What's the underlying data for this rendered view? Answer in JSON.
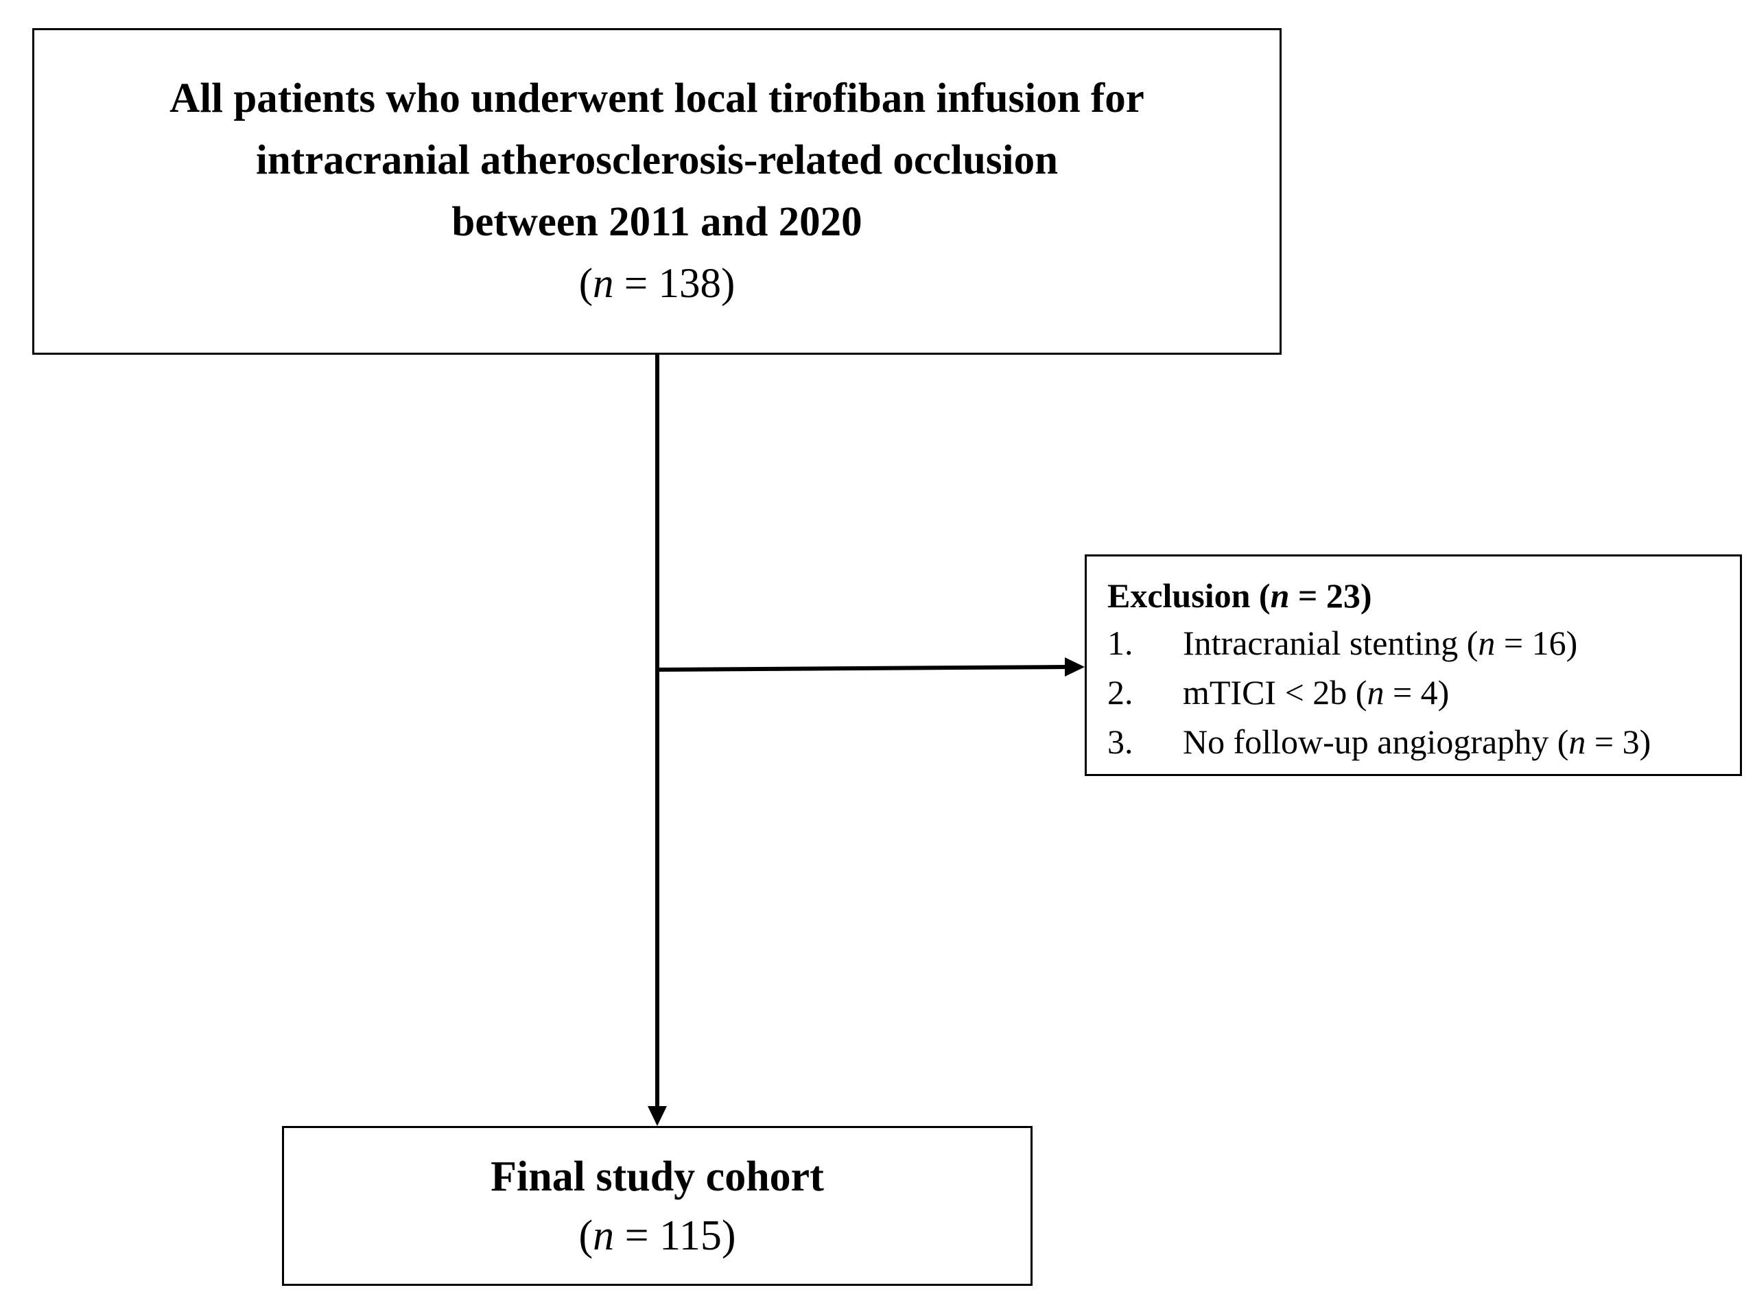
{
  "top_box": {
    "title_lines": [
      "All patients who underwent local tirofiban infusion for",
      "intracranial atherosclerosis-related occlusion",
      "between 2011 and 2020"
    ],
    "count_prefix": "(",
    "count_var": "n",
    "count_suffix": " = 138)"
  },
  "exclusion_box": {
    "heading_prefix": "Exclusion (",
    "heading_var": "n",
    "heading_suffix": " = 23)",
    "items": [
      {
        "number": "1.",
        "text": "Intracranial stenting (",
        "var": "n",
        "suffix": " = 16)"
      },
      {
        "number": "2.",
        "text": "mTICI < 2b (",
        "var": "n",
        "suffix": " = 4)"
      },
      {
        "number": "3.",
        "text": "No follow-up angiography (",
        "var": "n",
        "suffix": " = 3)"
      }
    ]
  },
  "bottom_box": {
    "title": "Final study cohort",
    "count_prefix": "(",
    "count_var": "n",
    "count_suffix": " = 115)"
  },
  "colors": {
    "line": "#000000",
    "background": "#ffffff"
  }
}
